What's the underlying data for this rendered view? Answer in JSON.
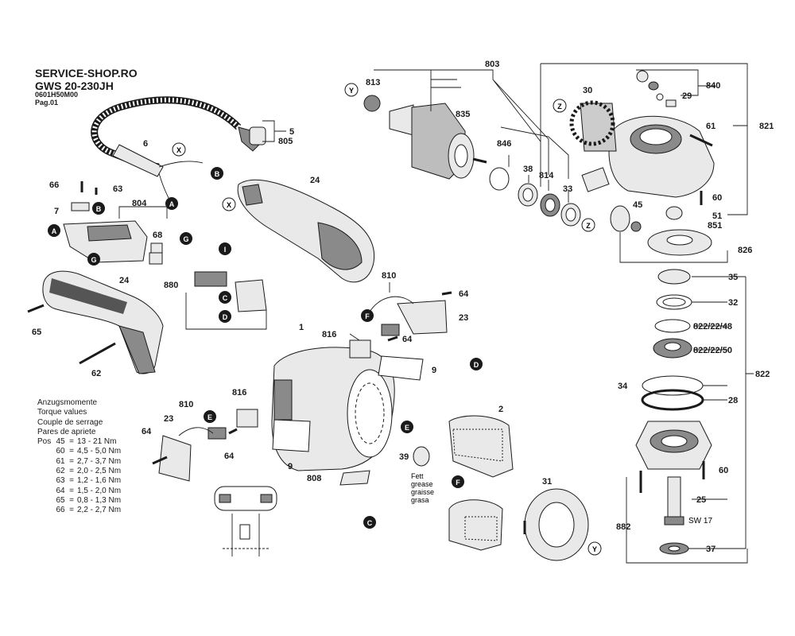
{
  "header": {
    "title": "SERVICE-SHOP.RO",
    "model": "GWS 20-230JH",
    "code": "0601H50M00",
    "page": "Pag.01"
  },
  "torque": {
    "heading_lines": [
      "Anzugsmomente",
      "Torque values",
      "Couple de serrage",
      "Pares de apriete"
    ],
    "pos_label": "Pos",
    "rows": [
      {
        "pos": "45",
        "val": "13 - 21 Nm"
      },
      {
        "pos": "60",
        "val": "4,5 - 5,0 Nm"
      },
      {
        "pos": "61",
        "val": "2,7 - 3,7 Nm"
      },
      {
        "pos": "62",
        "val": "2,0 - 2,5 Nm"
      },
      {
        "pos": "63",
        "val": "1,2 - 1,6 Nm"
      },
      {
        "pos": "64",
        "val": "1,5 - 2,0 Nm"
      },
      {
        "pos": "65",
        "val": "0,8 - 1,3 Nm"
      },
      {
        "pos": "66",
        "val": "2,2 - 2,7 Nm"
      }
    ]
  },
  "grease_note": [
    "Fett",
    "grease",
    "graisse",
    "grasa"
  ],
  "sw_note": "SW 17",
  "part_numbers": {
    "p813": "813",
    "p803": "803",
    "p835": "835",
    "p846": "846",
    "p38": "38",
    "p814": "814",
    "p33": "33",
    "p30": "30",
    "p840": "840",
    "p29": "29",
    "p821": "821",
    "p61": "61",
    "p60a": "60",
    "p51": "51",
    "p851": "851",
    "p45": "45",
    "p826": "826",
    "p35": "35",
    "p32": "32",
    "p822_48": "822/22/48",
    "p822_50": "822/22/50",
    "p822": "822",
    "p34": "34",
    "p28": "28",
    "p60b": "60",
    "p25": "25",
    "p882": "882",
    "p37": "37",
    "p5": "5",
    "p805": "805",
    "p6": "6",
    "p66": "66",
    "p63": "63",
    "p7": "7",
    "p804": "804",
    "p68": "68",
    "p24a": "24",
    "p24b": "24",
    "p65": "65",
    "p62": "62",
    "p880": "880",
    "p810a": "810",
    "p64a": "64",
    "p23a": "23",
    "p816a": "816",
    "p64b": "64",
    "p1": "1",
    "p9a": "9",
    "p9b": "9",
    "p808": "808",
    "p2": "2",
    "p39": "39",
    "p31": "31",
    "p810b": "810",
    "p816b": "816",
    "p23b": "23",
    "p64c": "64",
    "p64d": "64"
  },
  "callouts": {
    "X": "X",
    "Y": "Y",
    "Z": "Z",
    "A": "A",
    "B": "B",
    "C": "C",
    "D": "D",
    "E": "E",
    "F": "F",
    "G": "G",
    "I": "I"
  }
}
